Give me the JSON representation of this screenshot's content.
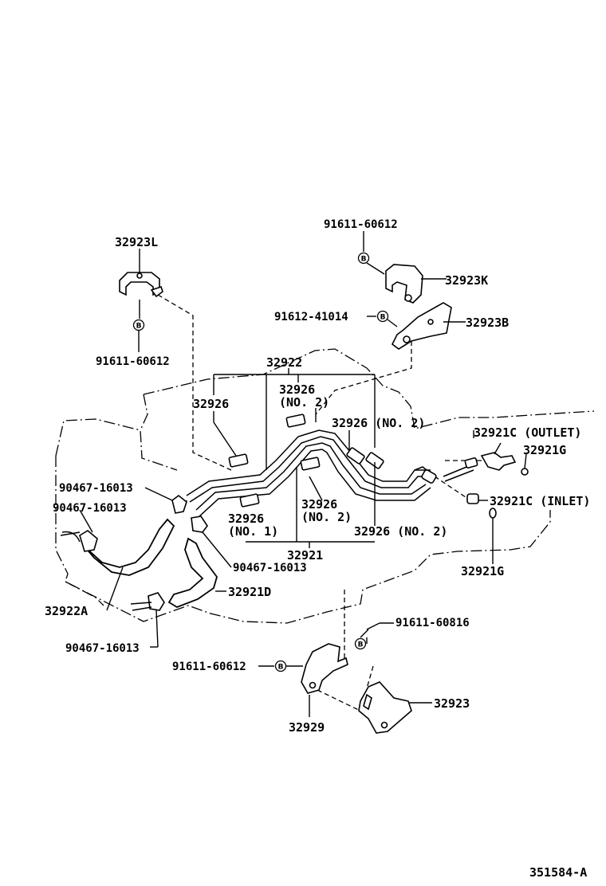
{
  "labels": {
    "p32923L": "32923L",
    "p91611_60612_top": "91611-60612",
    "p32923K": "32923K",
    "p91612_41014": "91612-41014",
    "p32923B": "32923B",
    "p91611_60612_left": "91611-60612",
    "p32922": "32922",
    "p32926_a": "32926",
    "p32926_no2_top": "32926",
    "p32926_no2_top_sub": "(NO. 2)",
    "p32926_no2_right": "32926 (NO. 2)",
    "p32921C_outlet": "32921C (OUTLET)",
    "p32921G_top": "32921G",
    "p90467_a": "90467-16013",
    "p90467_b": "90467-16013",
    "p32926_no1": "32926",
    "p32926_no1_sub": "(NO. 1)",
    "p32926_no2_mid": "32926",
    "p32926_no2_mid_sub": "(NO. 2)",
    "p32926_no2_mid_right": "32926 (NO. 2)",
    "p32921C_inlet": "32921C (INLET)",
    "p32921": "32921",
    "p90467_c": "90467-16013",
    "p32921G_bottom": "32921G",
    "p32921D": "32921D",
    "p32922A": "32922A",
    "p91611_60816": "91611-60816",
    "p90467_d": "90467-16013",
    "p91611_60612_bottom": "91611-60612",
    "p32923": "32923",
    "p32929": "32929",
    "diagram_id": "351584-A"
  },
  "bolt_marker": "B",
  "icons": [
    "bolt-marker-icon",
    "bracket-icon",
    "hose-clamp-icon",
    "oil-cooler-tube-icon",
    "hose-icon",
    "union-fitting-icon",
    "gasket-icon",
    "transmission-outline-icon"
  ]
}
